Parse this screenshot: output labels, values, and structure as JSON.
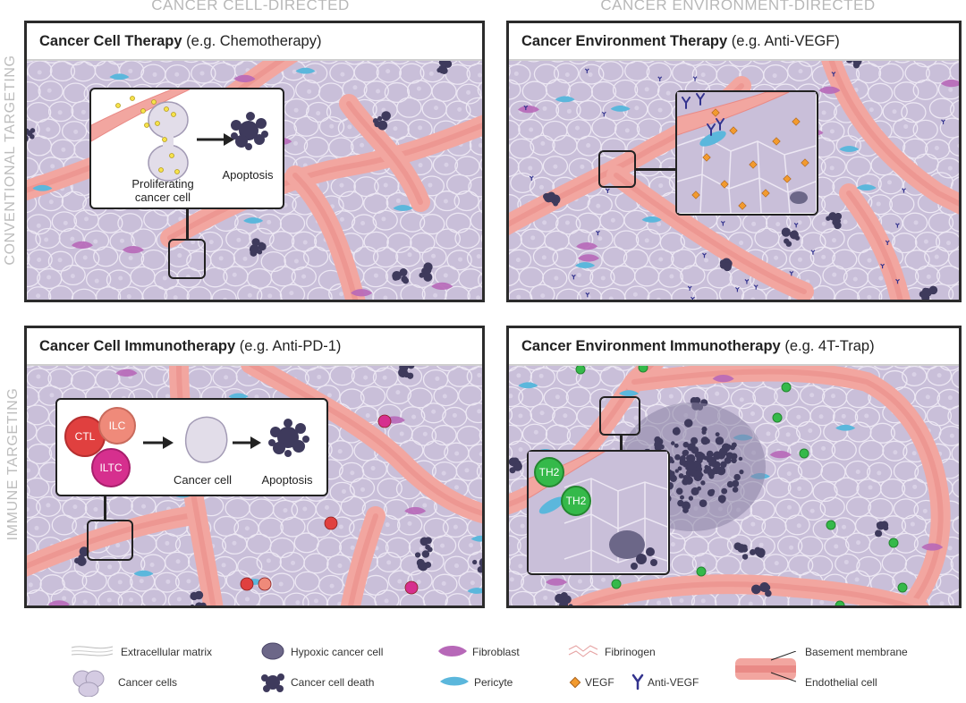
{
  "columns": {
    "left": "CANCER CELL-DIRECTED",
    "right": "CANCER ENVIRONMENT-DIRECTED"
  },
  "rows": {
    "top": "CONVENTIONAL TARGETING",
    "bottom": "IMMUNE TARGETING"
  },
  "panels": {
    "top_left": {
      "title": "Cancer Cell Therapy",
      "example": " (e.g. Chemotherapy)",
      "labels": {
        "source": "Proliferating\ncancer cell",
        "target": "Apoptosis"
      }
    },
    "top_right": {
      "title": "Cancer Environment Therapy",
      "example": " (e.g. Anti-VEGF)"
    },
    "bottom_left": {
      "title": "Cancer Cell Immunotherapy",
      "example": " (e.g. Anti-PD-1)",
      "cells": [
        "CTL",
        "ILC",
        "ILTC"
      ],
      "labels": {
        "source": "Cancer cell",
        "target": "Apoptosis"
      }
    },
    "bottom_right": {
      "title": "Cancer Environment Immunotherapy",
      "example": " (e.g. 4T-Trap)",
      "cells": [
        "TH2",
        "TH2"
      ]
    }
  },
  "legend": [
    {
      "label": "Extracellular matrix",
      "icon": "ecm-lines-icon"
    },
    {
      "label": "Hypoxic cancer cell",
      "icon": "hypoxic-cell-icon"
    },
    {
      "label": "Fibroblast",
      "icon": "fibroblast-icon"
    },
    {
      "label": "Fibrinogen",
      "icon": "fibrinogen-icon"
    },
    {
      "label": "Basement membrane",
      "icon": "vessel-icon"
    },
    {
      "label": "Cancer cells",
      "icon": "cancer-cells-icon"
    },
    {
      "label": "Cancer cell death",
      "icon": "cell-death-icon"
    },
    {
      "label": "Pericyte",
      "icon": "pericyte-icon"
    },
    {
      "label": "VEGF",
      "icon": "vegf-icon"
    },
    {
      "label": "Anti-VEGF",
      "icon": "anti-vegf-icon"
    },
    {
      "label": "Endothelial cell",
      "icon": "vessel-icon"
    }
  ],
  "colors": {
    "tissue": "#c9bfd9",
    "cell_outline": "#ece7f3",
    "vessel": "#f2a6a0",
    "vessel_core": "#e98a86",
    "fibroblast": "#b768b8",
    "pericyte": "#5bb7dc",
    "dead_cell": "#3e3a5c",
    "ctl": "#e0403f",
    "ilc": "#ef8a7a",
    "iltc": "#d62f8e",
    "th2": "#35b94a",
    "vegf": "#f29a2e",
    "anti_vegf": "#33338e"
  }
}
